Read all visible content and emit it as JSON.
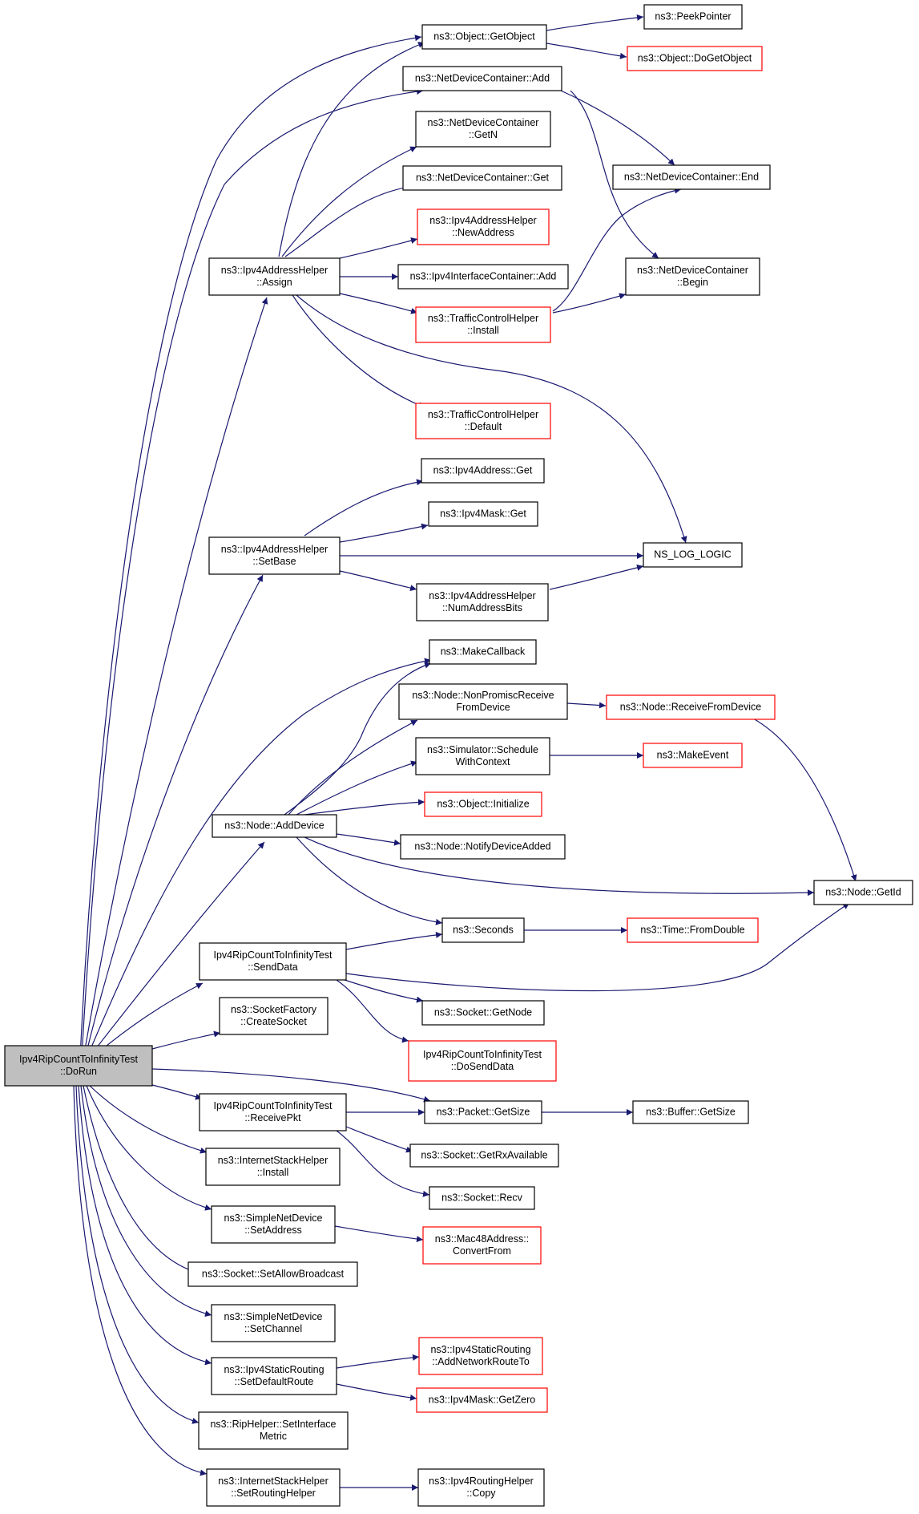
{
  "colors": {
    "edge": "#191970",
    "normal_border": "#000000",
    "incomplete_border": "#ff0000",
    "root_fill": "#bfbfbf"
  },
  "nodes": {
    "doRun": [
      "Ipv4RipCountToInfinityTest",
      "::DoRun"
    ],
    "getObject": [
      "ns3::Object::GetObject"
    ],
    "peekPointer": [
      "ns3::PeekPointer"
    ],
    "doGetObject": [
      "ns3::Object::DoGetObject"
    ],
    "ndcAdd": [
      "ns3::NetDeviceContainer::Add"
    ],
    "ndcGetN": [
      "ns3::NetDeviceContainer",
      "::GetN"
    ],
    "ndcEnd": [
      "ns3::NetDeviceContainer::End"
    ],
    "ndcGet": [
      "ns3::NetDeviceContainer::Get"
    ],
    "newAddress": [
      "ns3::Ipv4AddressHelper",
      "::NewAddress"
    ],
    "assign": [
      "ns3::Ipv4AddressHelper",
      "::Assign"
    ],
    "ifcAdd": [
      "ns3::Ipv4InterfaceContainer::Add"
    ],
    "ndcBegin": [
      "ns3::NetDeviceContainer",
      "::Begin"
    ],
    "tchInstall": [
      "ns3::TrafficControlHelper",
      "::Install"
    ],
    "tchDefault": [
      "ns3::TrafficControlHelper",
      "::Default"
    ],
    "ipv4AddrGet": [
      "ns3::Ipv4Address::Get"
    ],
    "ipv4MaskGet": [
      "ns3::Ipv4Mask::Get"
    ],
    "setBase": [
      "ns3::Ipv4AddressHelper",
      "::SetBase"
    ],
    "nsLogLogic": [
      "NS_LOG_LOGIC"
    ],
    "numAddressBits": [
      "ns3::Ipv4AddressHelper",
      "::NumAddressBits"
    ],
    "makeCallback": [
      "ns3::MakeCallback"
    ],
    "nonPromisc": [
      "ns3::Node::NonPromiscReceive",
      "FromDevice"
    ],
    "receiveFromDevice": [
      "ns3::Node::ReceiveFromDevice"
    ],
    "scheduleWithContext": [
      "ns3::Simulator::Schedule",
      "WithContext"
    ],
    "makeEvent": [
      "ns3::MakeEvent"
    ],
    "objectInitialize": [
      "ns3::Object::Initialize"
    ],
    "addDevice": [
      "ns3::Node::AddDevice"
    ],
    "notifyDeviceAdded": [
      "ns3::Node::NotifyDeviceAdded"
    ],
    "nodeGetId": [
      "ns3::Node::GetId"
    ],
    "seconds": [
      "ns3::Seconds"
    ],
    "fromDouble": [
      "ns3::Time::FromDouble"
    ],
    "sendData": [
      "Ipv4RipCountToInfinityTest",
      "::SendData"
    ],
    "createSocket": [
      "ns3::SocketFactory",
      "::CreateSocket"
    ],
    "socketGetNode": [
      "ns3::Socket::GetNode"
    ],
    "doSendData": [
      "Ipv4RipCountToInfinityTest",
      "::DoSendData"
    ],
    "receivePkt": [
      "Ipv4RipCountToInfinityTest",
      "::ReceivePkt"
    ],
    "packetGetSize": [
      "ns3::Packet::GetSize"
    ],
    "bufferGetSize": [
      "ns3::Buffer::GetSize"
    ],
    "getRxAvailable": [
      "ns3::Socket::GetRxAvailable"
    ],
    "ishInstall": [
      "ns3::InternetStackHelper",
      "::Install"
    ],
    "socketRecv": [
      "ns3::Socket::Recv"
    ],
    "sndSetAddress": [
      "ns3::SimpleNetDevice",
      "::SetAddress"
    ],
    "convertFrom": [
      "ns3::Mac48Address::",
      "ConvertFrom"
    ],
    "setAllowBroadcast": [
      "ns3::Socket::SetAllowBroadcast"
    ],
    "sndSetChannel": [
      "ns3::SimpleNetDevice",
      "::SetChannel"
    ],
    "addNetworkRouteTo": [
      "ns3::Ipv4StaticRouting",
      "::AddNetworkRouteTo"
    ],
    "setDefaultRoute": [
      "ns3::Ipv4StaticRouting",
      "::SetDefaultRoute"
    ],
    "maskGetZero": [
      "ns3::Ipv4Mask::GetZero"
    ],
    "setInterfaceMetric": [
      "ns3::RipHelper::SetInterface",
      "Metric"
    ],
    "setRoutingHelper": [
      "ns3::InternetStackHelper",
      "::SetRoutingHelper"
    ],
    "routingHelperCopy": [
      "ns3::Ipv4RoutingHelper",
      "::Copy"
    ]
  }
}
